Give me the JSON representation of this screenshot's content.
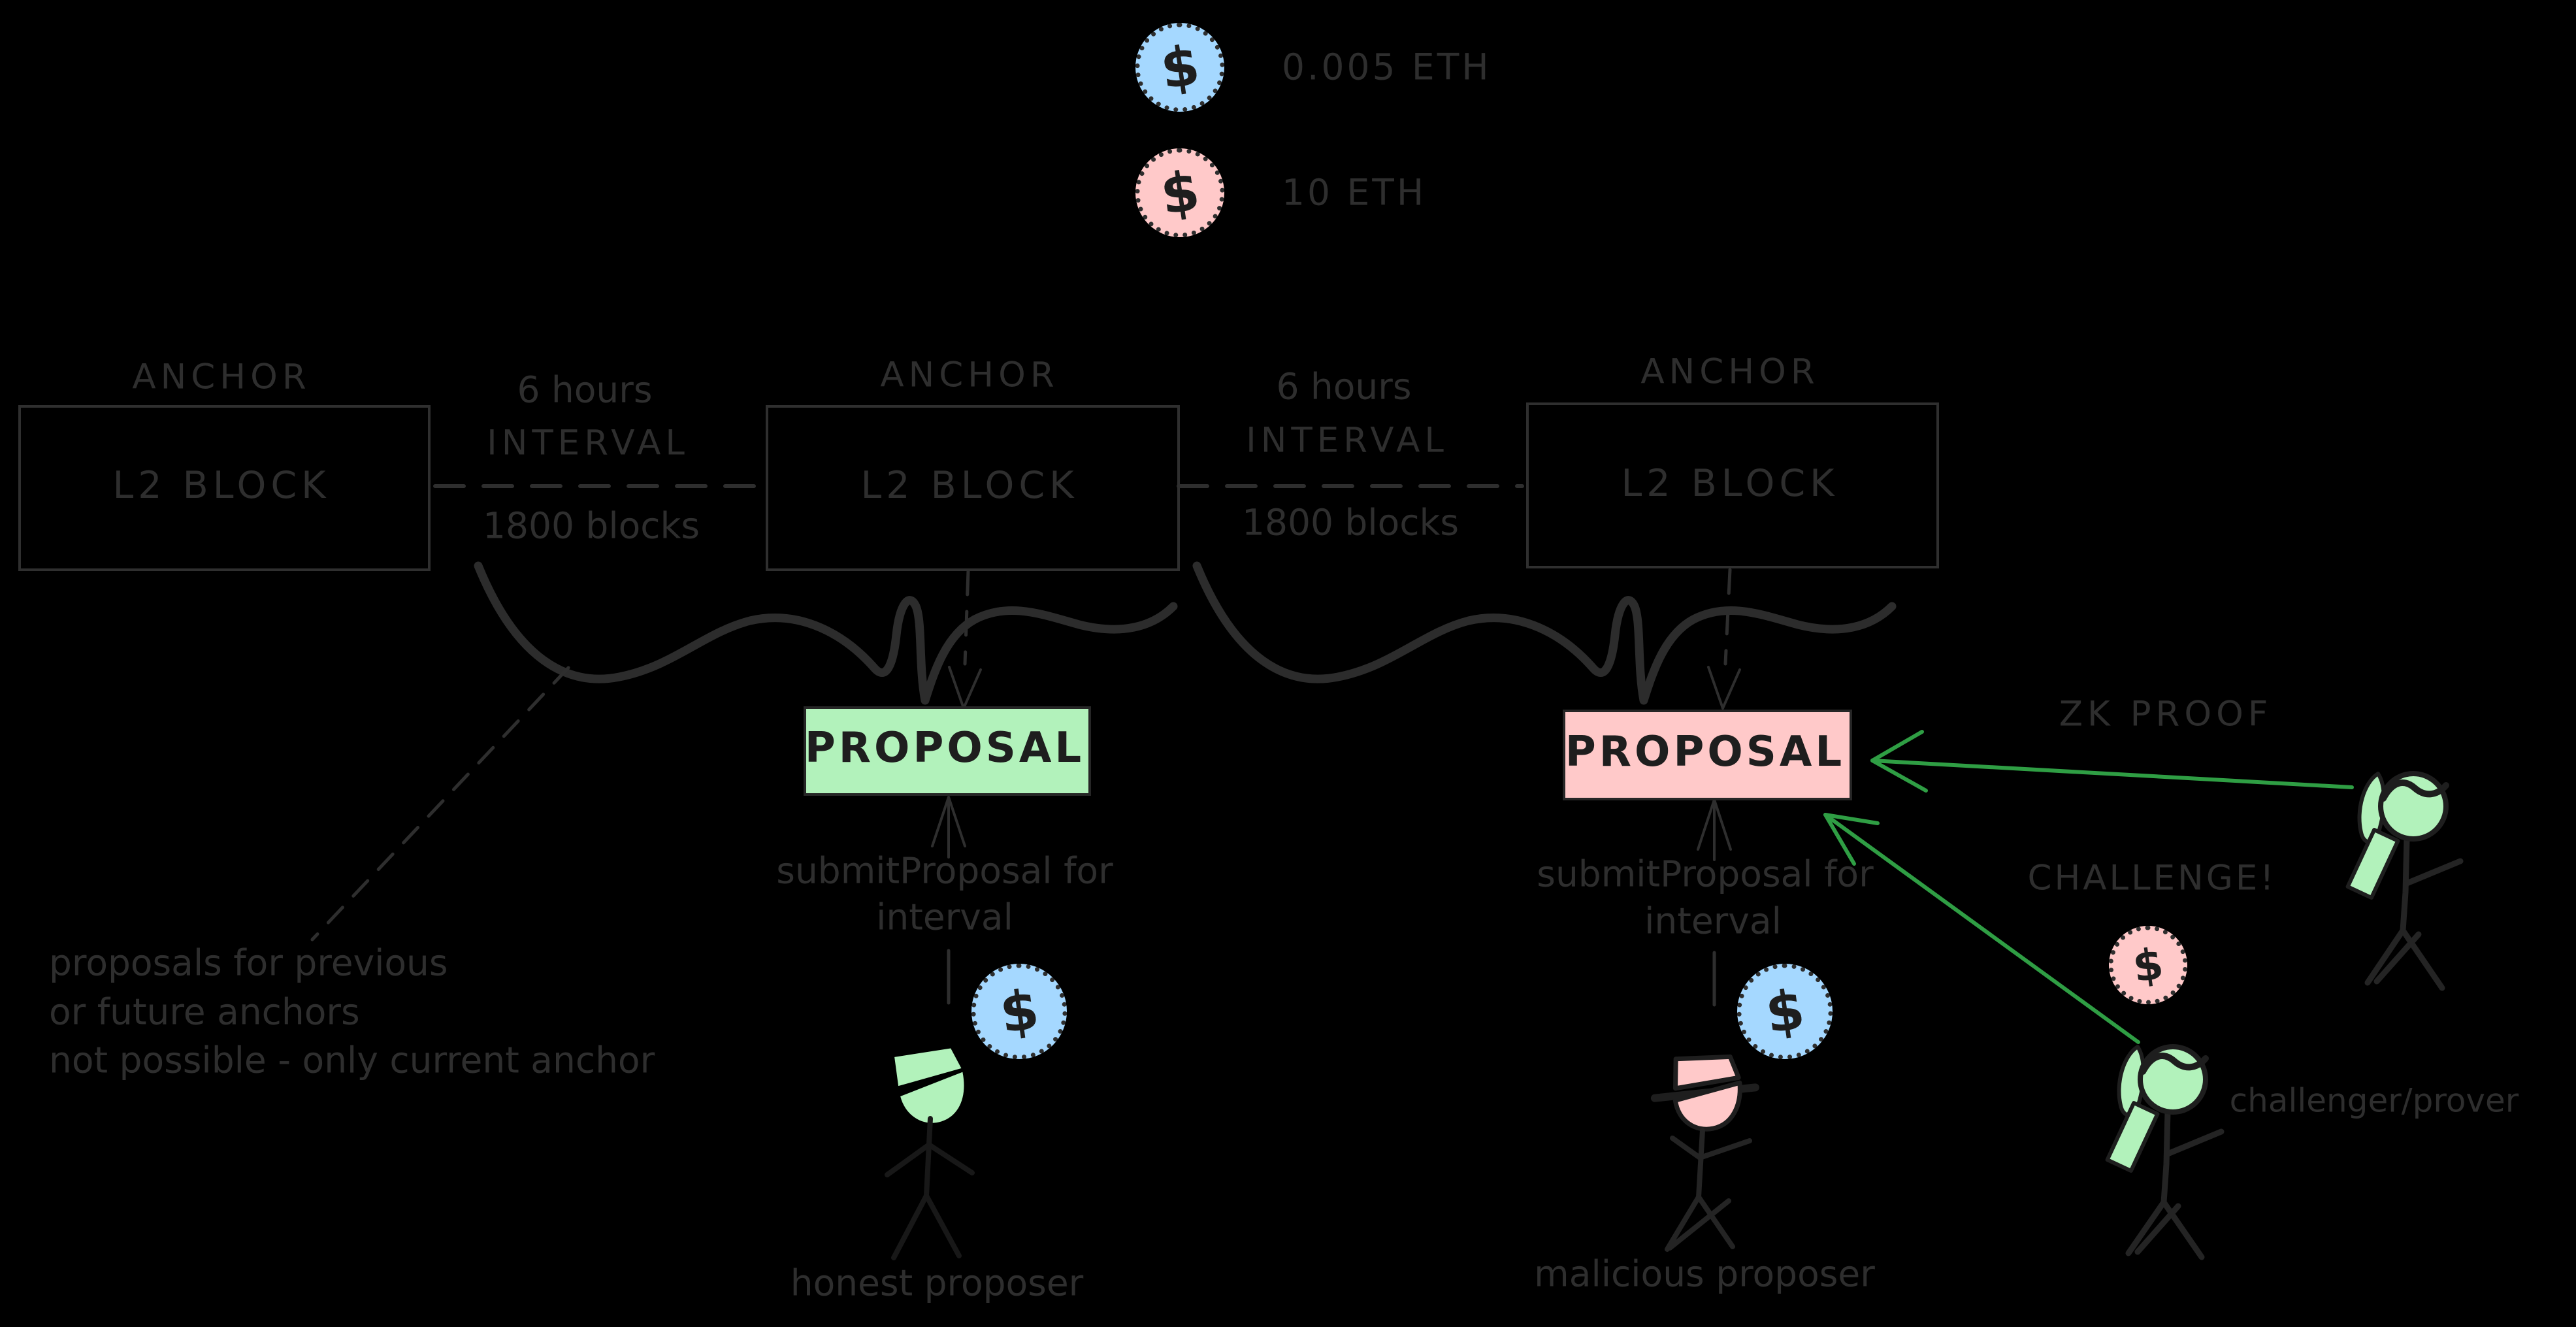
{
  "colors": {
    "background": "#000000",
    "ink": "#2e2e2e",
    "ink_strong": "#1e1e1e",
    "green_fill": "#b2f2bb",
    "pink_fill": "#ffc9c9",
    "blue_fill": "#a5d8ff",
    "green_arrow": "#2f9e44"
  },
  "coins": {
    "dollar_glyph": "$"
  },
  "legend": {
    "items": [
      {
        "coin": "blue-dollar-coin",
        "label": "0.005 ETH"
      },
      {
        "coin": "pink-dollar-coin",
        "label": "10 ETH"
      }
    ]
  },
  "anchors": [
    {
      "title": "ANCHOR",
      "label": "L2 BLOCK"
    },
    {
      "title": "ANCHOR",
      "label": "L2 BLOCK"
    },
    {
      "title": "ANCHOR",
      "label": "L2 BLOCK"
    }
  ],
  "intervals": [
    {
      "duration": "6 hours",
      "name": "INTERVAL",
      "blocks": "1800 blocks"
    },
    {
      "duration": "6 hours",
      "name": "INTERVAL",
      "blocks": "1800 blocks"
    }
  ],
  "proposals": [
    {
      "label": "PROPOSAL",
      "variant": "green"
    },
    {
      "label": "PROPOSAL",
      "variant": "pink"
    }
  ],
  "submit_calls": [
    {
      "line1": "submitProposal for",
      "line2": "interval"
    },
    {
      "line1": "submitProposal for",
      "line2": "interval"
    }
  ],
  "note": {
    "line1": "proposals for previous",
    "line2": "or future anchors",
    "line3": "not possible - only current anchor"
  },
  "actors": {
    "honest_label": "honest proposer",
    "malicious_label": "malicious proposer",
    "challenger_label": "challenger/prover"
  },
  "callouts": {
    "zk_proof": "ZK PROOF",
    "challenge": "CHALLENGE!"
  }
}
